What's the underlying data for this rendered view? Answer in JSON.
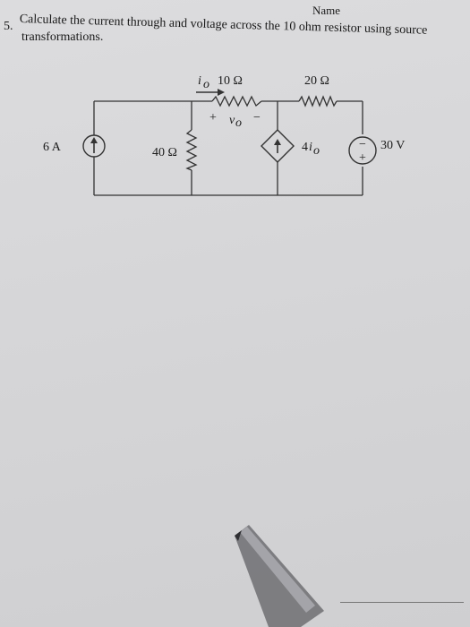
{
  "header": {
    "name_label": "Name"
  },
  "question": {
    "number": "5.",
    "line1": "Calculate the current through and voltage across the 10 ohm resistor using source",
    "line2": "transformations."
  },
  "circuit": {
    "r1_label": "10 Ω",
    "r2_label": "20 Ω",
    "r3_label": "40 Ω",
    "current_label": "i",
    "current_sub": "o",
    "vo_plus": "+",
    "vo_v": "v",
    "vo_sub": "o",
    "vo_minus": "−",
    "isrc_label": "6 A",
    "dep_label_coef": "4",
    "dep_label_i": "i",
    "dep_label_sub": "o",
    "vsrc_label": "30 V",
    "vsrc_minus": "−",
    "vsrc_plus": "+"
  }
}
